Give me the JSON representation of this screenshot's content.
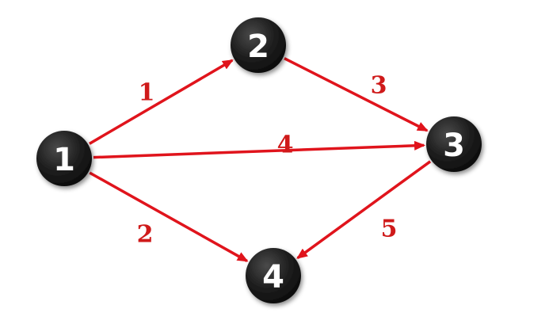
{
  "graph": {
    "colors": {
      "edge": "#e0141c",
      "node_fill": "#1c1c1c",
      "node_label": "#ffffff",
      "weight_label": "#cf1a1a"
    },
    "nodes": [
      {
        "id": "1",
        "label": "1"
      },
      {
        "id": "2",
        "label": "2"
      },
      {
        "id": "3",
        "label": "3"
      },
      {
        "id": "4",
        "label": "4"
      }
    ],
    "edges": [
      {
        "from": "1",
        "to": "2",
        "weight": "1"
      },
      {
        "from": "2",
        "to": "3",
        "weight": "3"
      },
      {
        "from": "1",
        "to": "3",
        "weight": "4"
      },
      {
        "from": "1",
        "to": "4",
        "weight": "2"
      },
      {
        "from": "3",
        "to": "4",
        "weight": "5"
      }
    ]
  }
}
